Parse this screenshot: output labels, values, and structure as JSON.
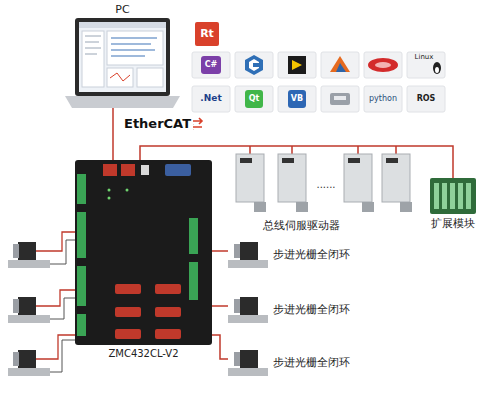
{
  "diagram": {
    "nodes": [
      {
        "text": [
          "PC"
        ]
      },
      {
        "text": [
          "ZMC432CL-V2"
        ]
      },
      {
        "text": [
          "总线伺服驱动器"
        ]
      },
      {
        "text": [
          "扩展模块"
        ]
      },
      {
        "text": [
          "步进光栅全闭环"
        ]
      },
      {
        "text": [
          "步进光栅全闭环"
        ]
      },
      {
        "text": [
          "步进光栅全闭环"
        ]
      }
    ],
    "edges": [
      {
        "from": 0,
        "to": 1,
        "label": "EtherCAT",
        "arrow": "none"
      },
      {
        "from": 1,
        "to": 2,
        "arrow": "none"
      },
      {
        "from": 2,
        "to": 3,
        "arrow": "none"
      },
      {
        "from": 1,
        "to": 4,
        "arrow": "none"
      },
      {
        "from": 1,
        "to": 5,
        "arrow": "none"
      },
      {
        "from": 1,
        "to": 6,
        "arrow": "none"
      }
    ],
    "labels": [
      "Rt",
      "C#",
      "Linux",
      ".Net",
      "Qt",
      "VB",
      "python",
      "ROS",
      "......"
    ]
  }
}
